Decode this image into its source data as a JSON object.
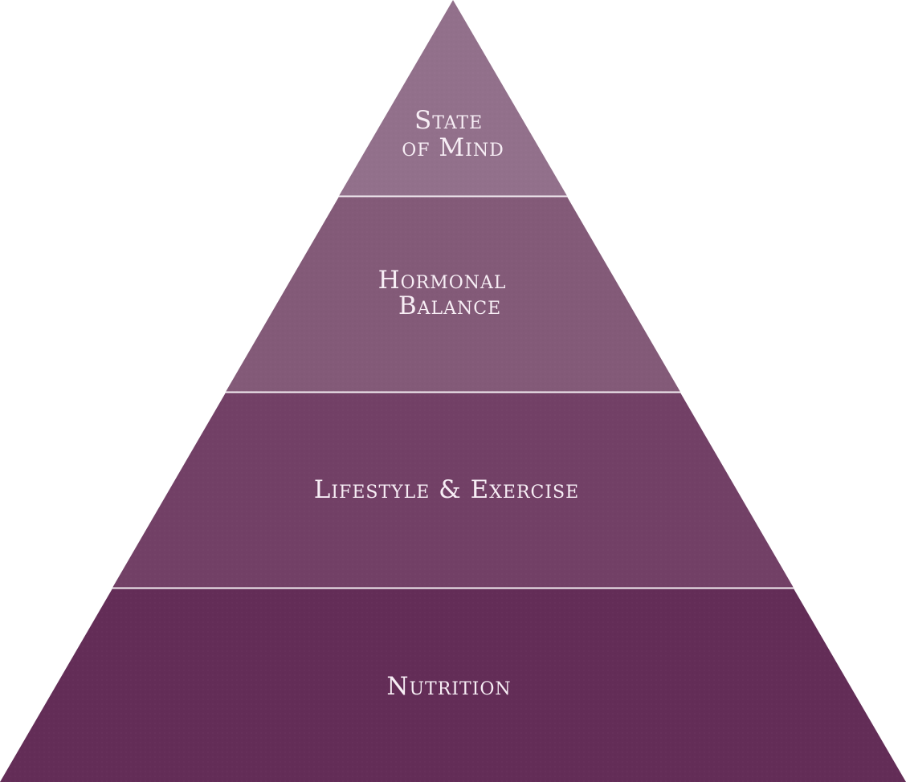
{
  "diagram": {
    "type": "pyramid",
    "tiers": [
      {
        "label_lines": [
          "State",
          "of Mind"
        ],
        "color": "#92708b"
      },
      {
        "label_lines": [
          "Hormonal",
          "Balance"
        ],
        "color": "#835a78"
      },
      {
        "label_lines": [
          "Lifestyle & Exercise"
        ],
        "color": "#724066"
      },
      {
        "label_lines": [
          "Nutrition"
        ],
        "color": "#632d57"
      }
    ],
    "divider_color": "#f4eef3"
  }
}
